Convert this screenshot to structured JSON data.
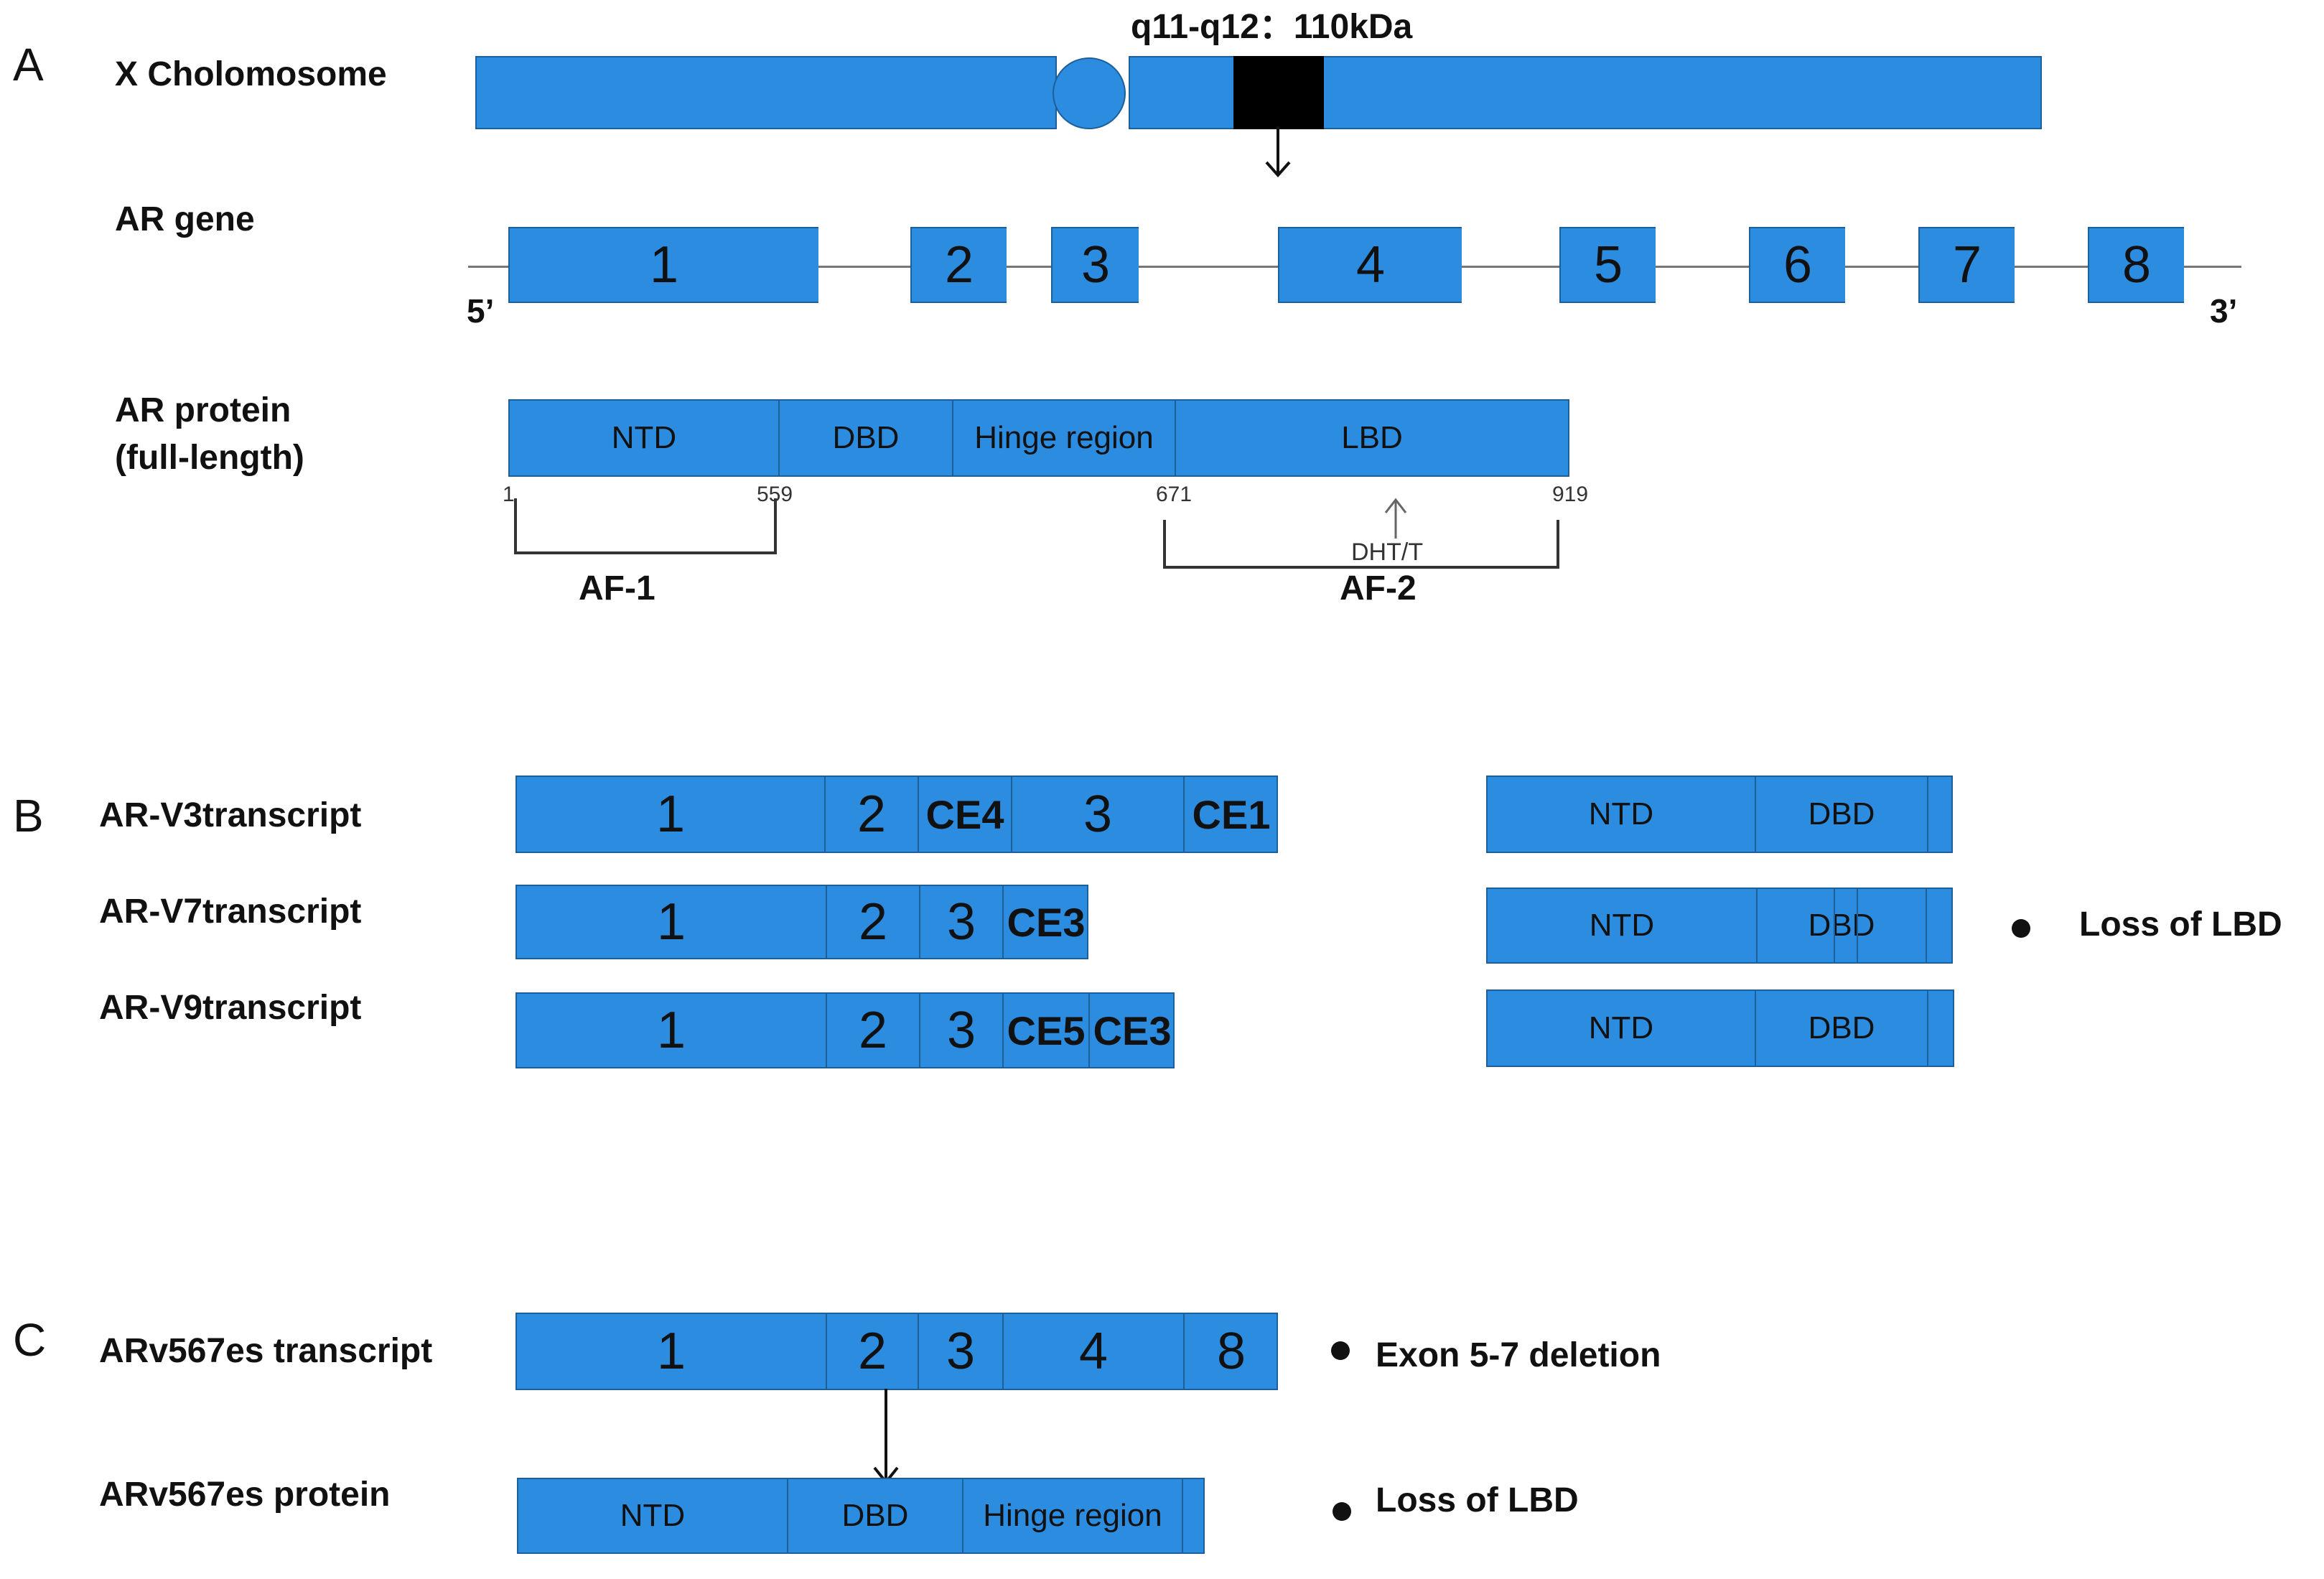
{
  "panels": {
    "a": "A",
    "b": "B",
    "c": "C"
  },
  "chromosome": {
    "label": "X Cholomosome",
    "locus": "q11-q12：110kDa"
  },
  "gene": {
    "label": "AR   gene",
    "five_prime": "5’",
    "three_prime": "3’",
    "exons": [
      "1",
      "2",
      "3",
      "4",
      "5",
      "6",
      "7",
      "8"
    ]
  },
  "protein": {
    "label_line1": "AR  protein",
    "label_line2": "(full-length)",
    "domains": [
      "NTD",
      "DBD",
      "Hinge region",
      "LBD"
    ],
    "ticks": [
      "1",
      "559",
      "671",
      "919"
    ],
    "ligand": "DHT/T",
    "af1": "AF-1",
    "af2": "AF-2"
  },
  "variants": [
    {
      "label": "AR-V3transcript",
      "segments": [
        "1",
        "2",
        "CE4",
        "3",
        "CE1"
      ],
      "protein": [
        "NTD",
        "DBD"
      ]
    },
    {
      "label": "AR-V7transcript",
      "segments": [
        "1",
        "2",
        "3",
        "CE3"
      ],
      "protein": [
        "NTD",
        "DBD"
      ]
    },
    {
      "label": "AR-V9transcript",
      "segments": [
        "1",
        "2",
        "3",
        "CE5",
        "CE3"
      ],
      "protein": [
        "NTD",
        "DBD"
      ]
    }
  ],
  "variant_note": "Loss of LBD",
  "arv567": {
    "transcript_label": "ARv567es  transcript",
    "transcript_segments": [
      "1",
      "2",
      "3",
      "4",
      "8"
    ],
    "protein_label": "ARv567es protein",
    "protein_segments": [
      "NTD",
      "DBD",
      "Hinge region"
    ],
    "note1": "Exon 5-7 deletion",
    "note2": "Loss of LBD"
  },
  "colors": {
    "fill": "#2b8ce0",
    "border": "#1d5f99",
    "band": "#000000"
  }
}
